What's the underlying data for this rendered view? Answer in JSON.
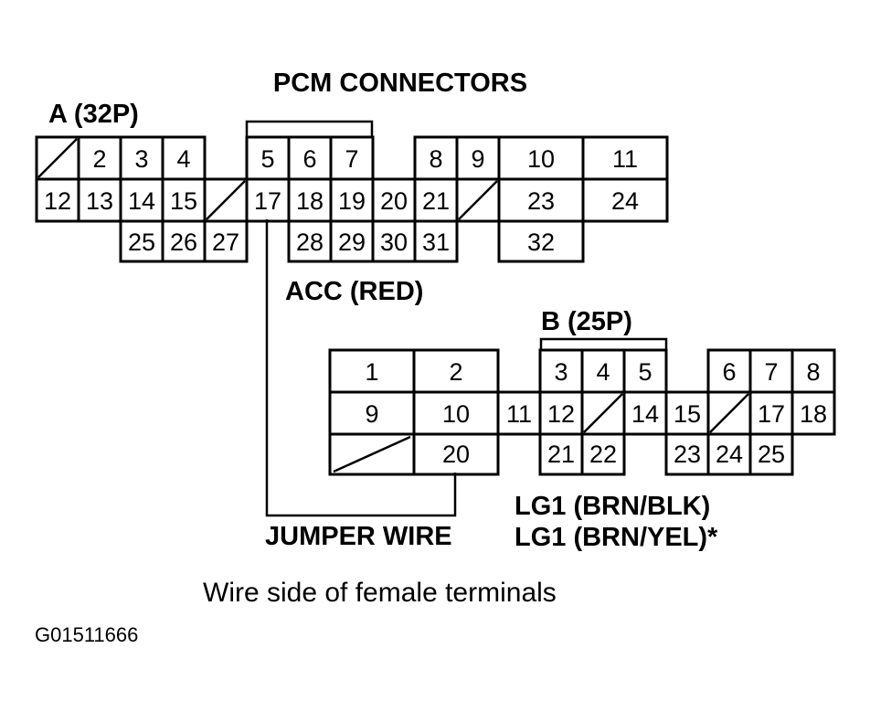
{
  "title": "PCM CONNECTORS",
  "connector_a": {
    "label": "A (32P)",
    "terminals": [
      "2",
      "3",
      "4",
      "5",
      "6",
      "7",
      "8",
      "9",
      "10",
      "11",
      "12",
      "13",
      "14",
      "15",
      "17",
      "18",
      "19",
      "20",
      "21",
      "23",
      "24",
      "25",
      "26",
      "27",
      "28",
      "29",
      "30",
      "31",
      "32"
    ]
  },
  "connector_b": {
    "label": "B (25P)",
    "terminals": [
      "1",
      "2",
      "3",
      "4",
      "5",
      "6",
      "7",
      "8",
      "9",
      "10",
      "11",
      "12",
      "14",
      "15",
      "17",
      "18",
      "20",
      "21",
      "22",
      "23",
      "24",
      "25"
    ]
  },
  "acc_label": "ACC (RED)",
  "jumper_label": "JUMPER WIRE",
  "lg1_label_1": "LG1 (BRN/BLK)",
  "lg1_label_2": "LG1 (BRN/YEL)*",
  "caption": "Wire side of female terminals",
  "figure_code": "G01511666"
}
